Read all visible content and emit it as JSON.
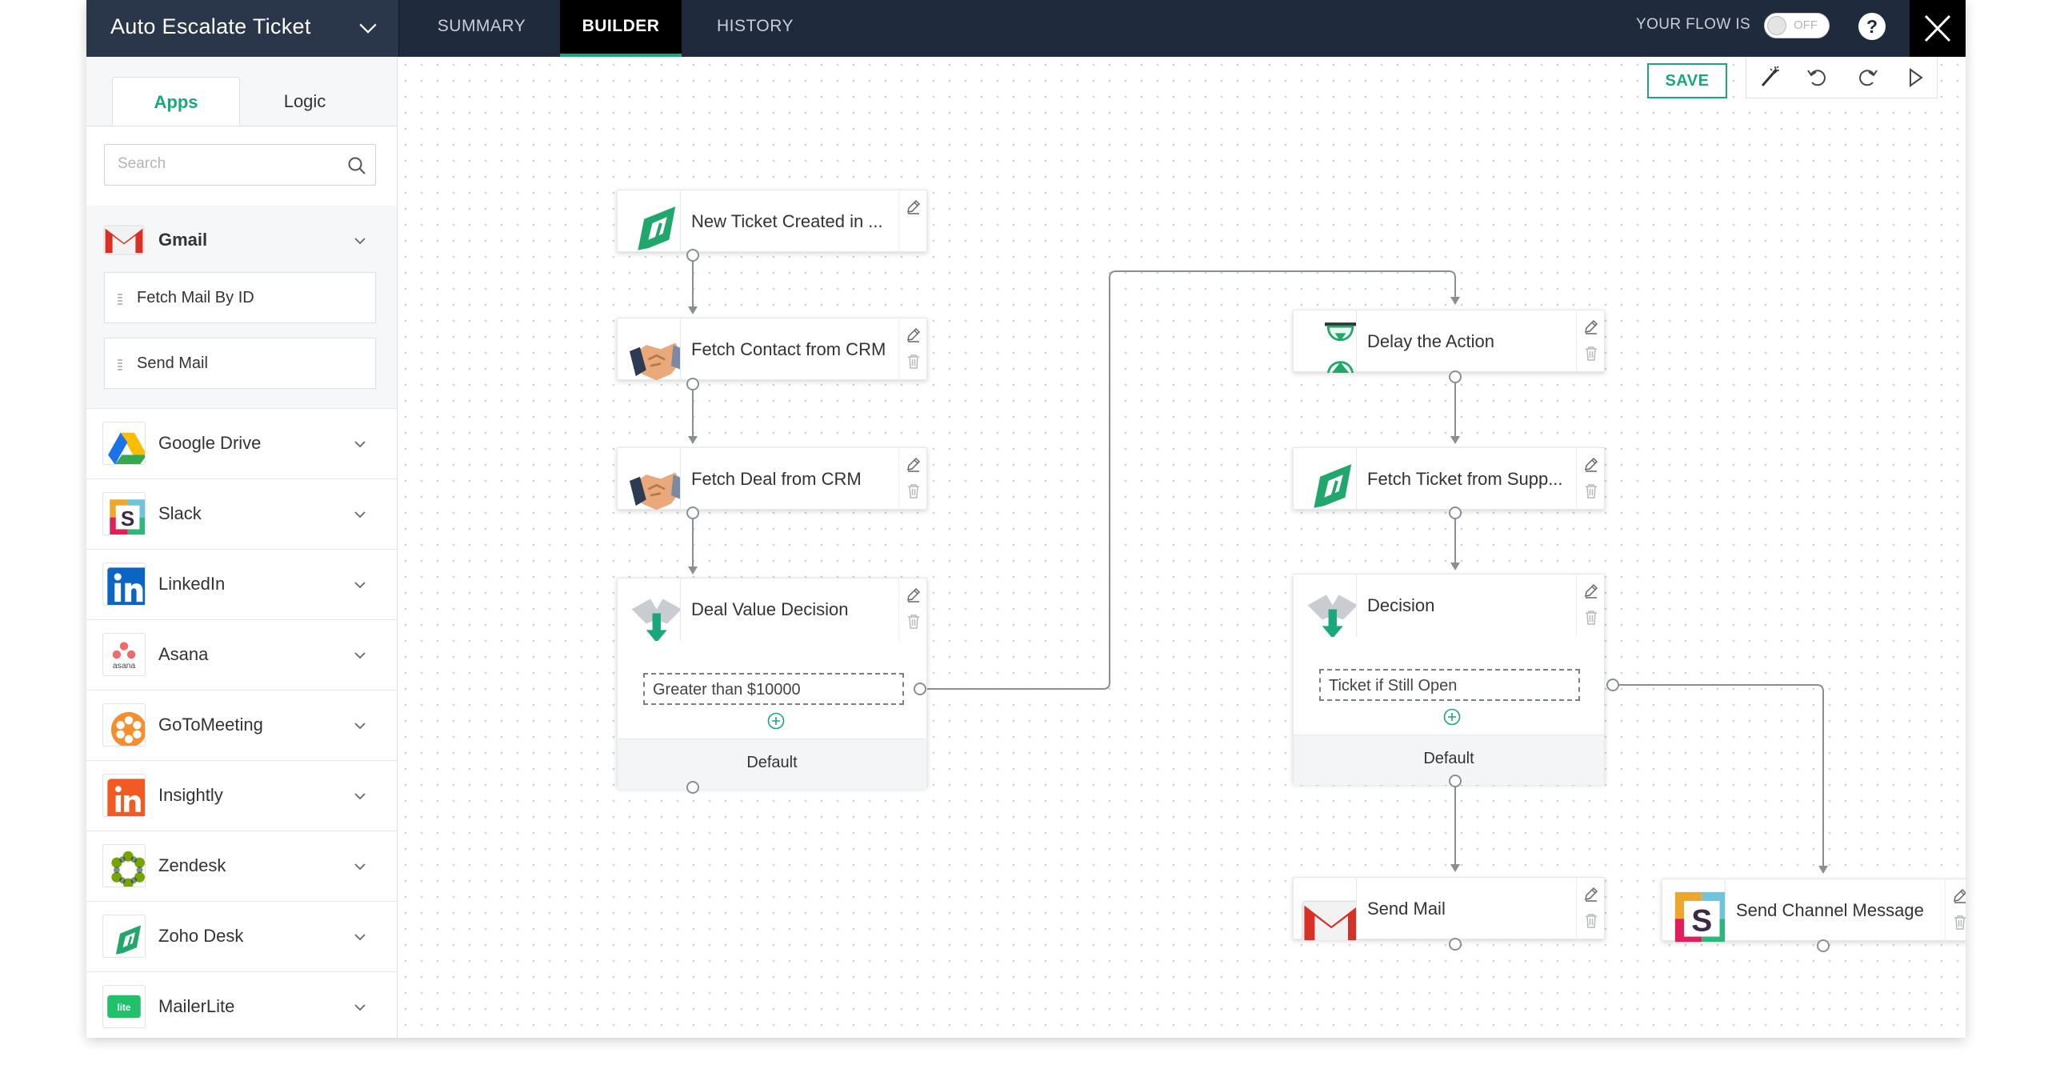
{
  "header": {
    "flow_title": "Auto Escalate Ticket",
    "tabs": [
      {
        "label": "SUMMARY",
        "active": false
      },
      {
        "label": "BUILDER",
        "active": true
      },
      {
        "label": "HISTORY",
        "active": false
      }
    ],
    "flow_status_label": "YOUR FLOW IS",
    "flow_status_toggle": "OFF",
    "help": "?"
  },
  "sidebar": {
    "tabs": [
      {
        "label": "Apps",
        "active": true
      },
      {
        "label": "Logic",
        "active": false
      }
    ],
    "search_placeholder": "Search",
    "apps": [
      {
        "name": "Gmail",
        "icon": "gmail-icon",
        "expanded": true,
        "actions": [
          "Fetch Mail By ID",
          "Send Mail"
        ]
      },
      {
        "name": "Google Drive",
        "icon": "google-drive-icon"
      },
      {
        "name": "Slack",
        "icon": "slack-icon"
      },
      {
        "name": "LinkedIn",
        "icon": "linkedin-icon"
      },
      {
        "name": "Asana",
        "icon": "asana-icon",
        "icon_text": "asana"
      },
      {
        "name": "GoToMeeting",
        "icon": "gotomeeting-icon"
      },
      {
        "name": "Insightly",
        "icon": "insightly-icon"
      },
      {
        "name": "Zendesk",
        "icon": "zendesk-icon"
      },
      {
        "name": "Zoho Desk",
        "icon": "zoho-desk-icon"
      },
      {
        "name": "MailerLite",
        "icon": "mailerlite-icon",
        "icon_text": "lite"
      }
    ]
  },
  "toolbar": {
    "save_label": "SAVE",
    "buttons": [
      "magic-wand-icon",
      "undo-icon",
      "redo-icon",
      "play-icon"
    ]
  },
  "canvas": {
    "nodes": {
      "trigger": {
        "label": "New Ticket Created in ...",
        "icon": "zoho-desk-icon"
      },
      "fetch_contact": {
        "label": "Fetch Contact from CRM",
        "icon": "crm-handshake-icon"
      },
      "fetch_deal": {
        "label": "Fetch Deal from CRM",
        "icon": "crm-handshake-icon"
      },
      "deal_decision": {
        "label": "Deal Value Decision",
        "icon": "decision-icon",
        "condition": "Greater than $10000",
        "default_label": "Default"
      },
      "delay": {
        "label": "Delay the Action",
        "icon": "hourglass-icon"
      },
      "fetch_ticket": {
        "label": "Fetch Ticket from Supp...",
        "icon": "zoho-desk-icon"
      },
      "decision": {
        "label": "Decision",
        "icon": "decision-icon",
        "condition": "Ticket if Still Open",
        "default_label": "Default"
      },
      "send_mail": {
        "label": "Send Mail",
        "icon": "gmail-icon"
      },
      "send_channel": {
        "label": "Send Channel Message",
        "icon": "slack-icon"
      }
    }
  },
  "colors": {
    "accent": "#1aa77c",
    "header_bg": "#1f2b3d",
    "active_tab_bg": "#000000"
  }
}
